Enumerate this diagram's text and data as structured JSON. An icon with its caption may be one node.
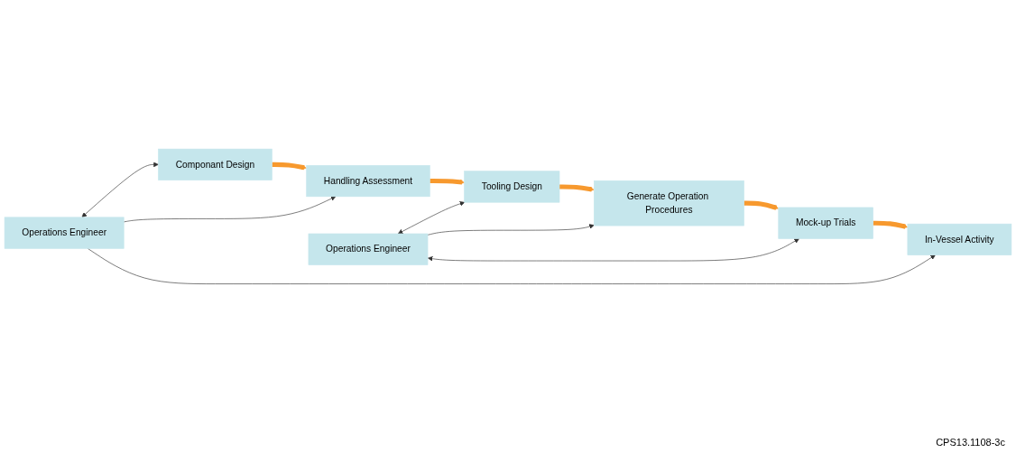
{
  "diagram": {
    "nodes": [
      {
        "text": [
          "Componant Design"
        ]
      },
      {
        "text": [
          "Tooling Design"
        ]
      },
      {
        "text": [
          "Operations Engineer"
        ]
      },
      {
        "text": [
          "Handling Assessment"
        ]
      },
      {
        "text": [
          "Generate Operation Procedures"
        ]
      },
      {
        "text": [
          "Operations Engineer"
        ]
      },
      {
        "text": [
          "In-Vessel Activity"
        ]
      },
      {
        "text": [
          "Mock-up Trials"
        ]
      }
    ],
    "edges": [
      {
        "from": 2,
        "to": 0,
        "arrow": "both"
      },
      {
        "from": 0,
        "to": 3,
        "arrow": "to",
        "style": "thick",
        "color": "#f7992e"
      },
      {
        "from": 2,
        "to": 3,
        "arrow": "to"
      },
      {
        "from": 3,
        "to": 1,
        "arrow": "to",
        "style": "thick",
        "color": "#f7992e"
      },
      {
        "from": 1,
        "to": 4,
        "arrow": "to",
        "style": "thick",
        "color": "#f7992e"
      },
      {
        "from": 5,
        "to": 1,
        "arrow": "both"
      },
      {
        "from": 5,
        "to": 4,
        "arrow": "to"
      },
      {
        "from": 5,
        "to": 7,
        "arrow": "both"
      },
      {
        "from": 2,
        "to": 6,
        "arrow": "to"
      },
      {
        "from": 4,
        "to": 7,
        "arrow": "to",
        "style": "thick",
        "color": "#f7992e"
      },
      {
        "from": 7,
        "to": 6,
        "arrow": "to",
        "style": "thick",
        "color": "#f7992e"
      }
    ],
    "labels": [
      "CPS13.1108-3c"
    ]
  }
}
